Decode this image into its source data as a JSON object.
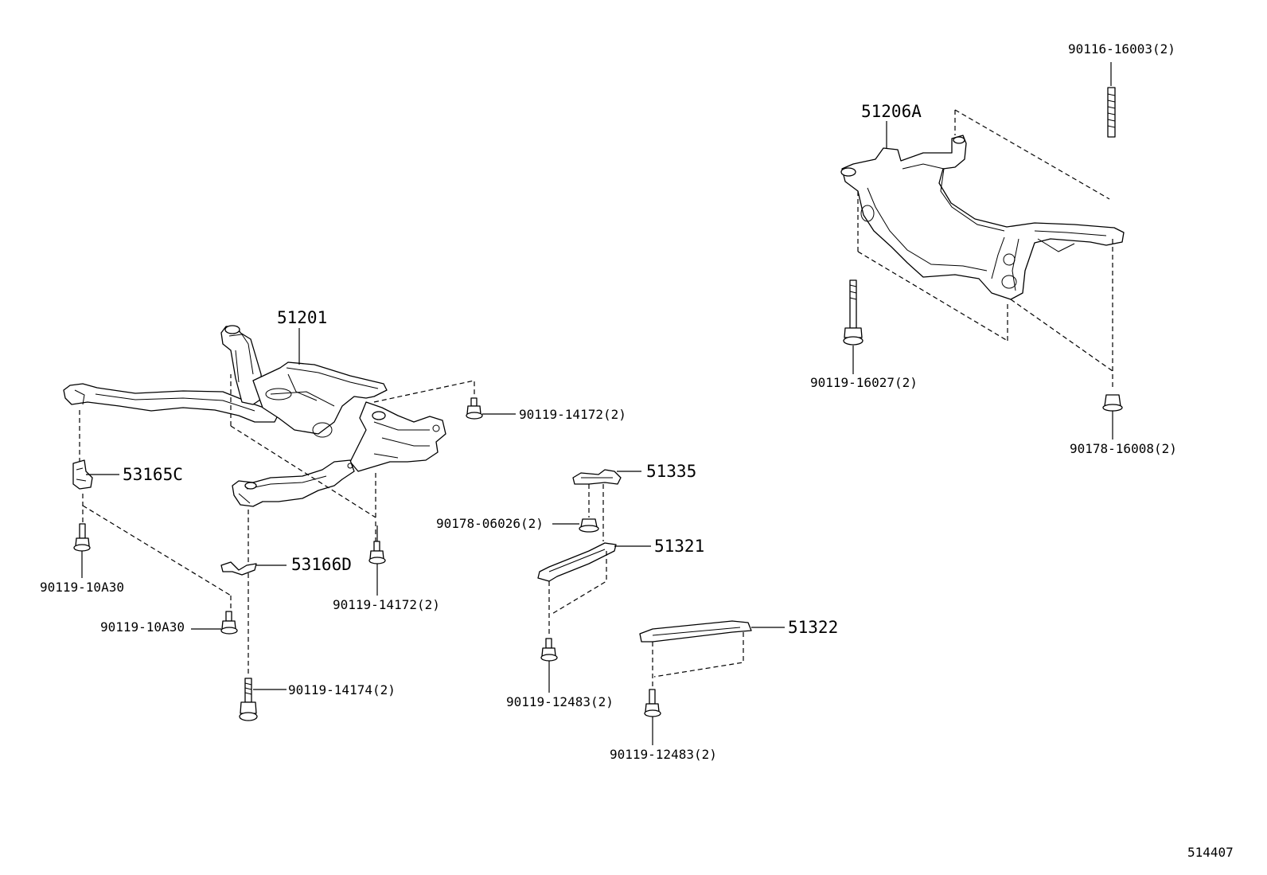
{
  "labels": {
    "p51201": "51201",
    "p51206a": "51206A",
    "p53165c": "53165C",
    "p53166d": "53166D",
    "p51335": "51335",
    "p51321": "51321",
    "p51322": "51322",
    "p90119_14172_a": "90119-14172(2)",
    "p90119_14172_b": "90119-14172(2)",
    "p90119_10a30_a": "90119-10A30",
    "p90119_10a30_b": "90119-10A30",
    "p90119_14174": "90119-14174(2)",
    "p90178_06026": "90178-06026(2)",
    "p90119_12483_a": "90119-12483(2)",
    "p90119_12483_b": "90119-12483(2)",
    "p90116_16003": "90116-16003(2)",
    "p90119_16027": "90119-16027(2)",
    "p90178_16008": "90178-16008(2)"
  },
  "figure_id": "514407"
}
